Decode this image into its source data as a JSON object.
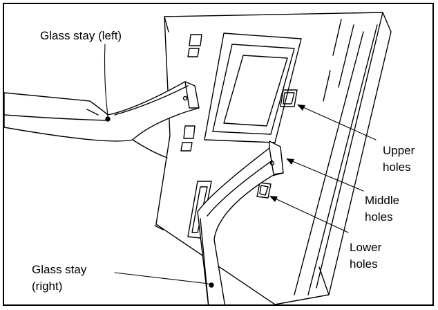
{
  "labels": {
    "glass_stay_left": "Glass stay (left)",
    "glass_stay_right_line1": "Glass stay",
    "glass_stay_right_line2": "(right)",
    "upper_holes_line1": "Upper",
    "upper_holes_line2": "holes",
    "middle_holes_line1": "Middle",
    "middle_holes_line2": "holes",
    "lower_holes_line1": "Lower",
    "lower_holes_line2": "holes"
  }
}
